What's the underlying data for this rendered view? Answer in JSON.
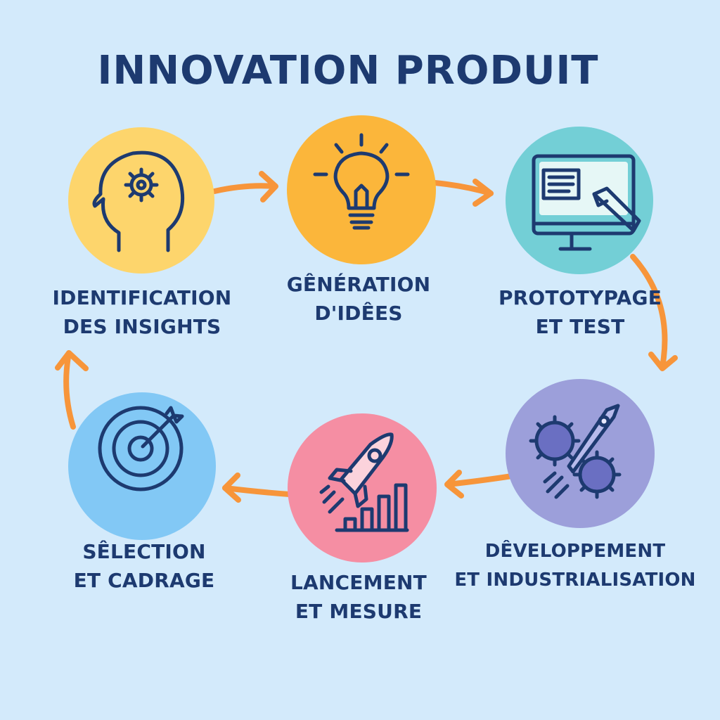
{
  "title": "INNOVATION PRODUIT",
  "colors": {
    "background": "#d3eafb",
    "text": "#1d3a70",
    "arrow": "#f7953a",
    "stroke": "#1d3a70"
  },
  "steps": [
    {
      "line1": "IDENTIFICATION",
      "line2": "DES INSIGHTS",
      "icon": "head-gear-icon",
      "color": "#fdd56c"
    },
    {
      "line1": "GÊNÉRATION",
      "line2": "D'IDÊES",
      "icon": "lightbulb-icon",
      "color": "#fbb63b"
    },
    {
      "line1": "PROTOTYPAGE",
      "line2": "ET TEST",
      "icon": "monitor-pen-icon",
      "color": "#73cfd6"
    },
    {
      "line1": "DÊVELOPPEMENT",
      "line2": "ET INDUSTRIALISATION",
      "icon": "gears-rocket-icon",
      "color": "#9c9fda"
    },
    {
      "line1": "LANCEMENT",
      "line2": "ET MESURE",
      "icon": "rocket-chart-icon",
      "color": "#f58ea3"
    },
    {
      "line1": "SÊLECTION",
      "line2": "ET CADRAGE",
      "icon": "target-icon",
      "color": "#82c8f5"
    }
  ]
}
